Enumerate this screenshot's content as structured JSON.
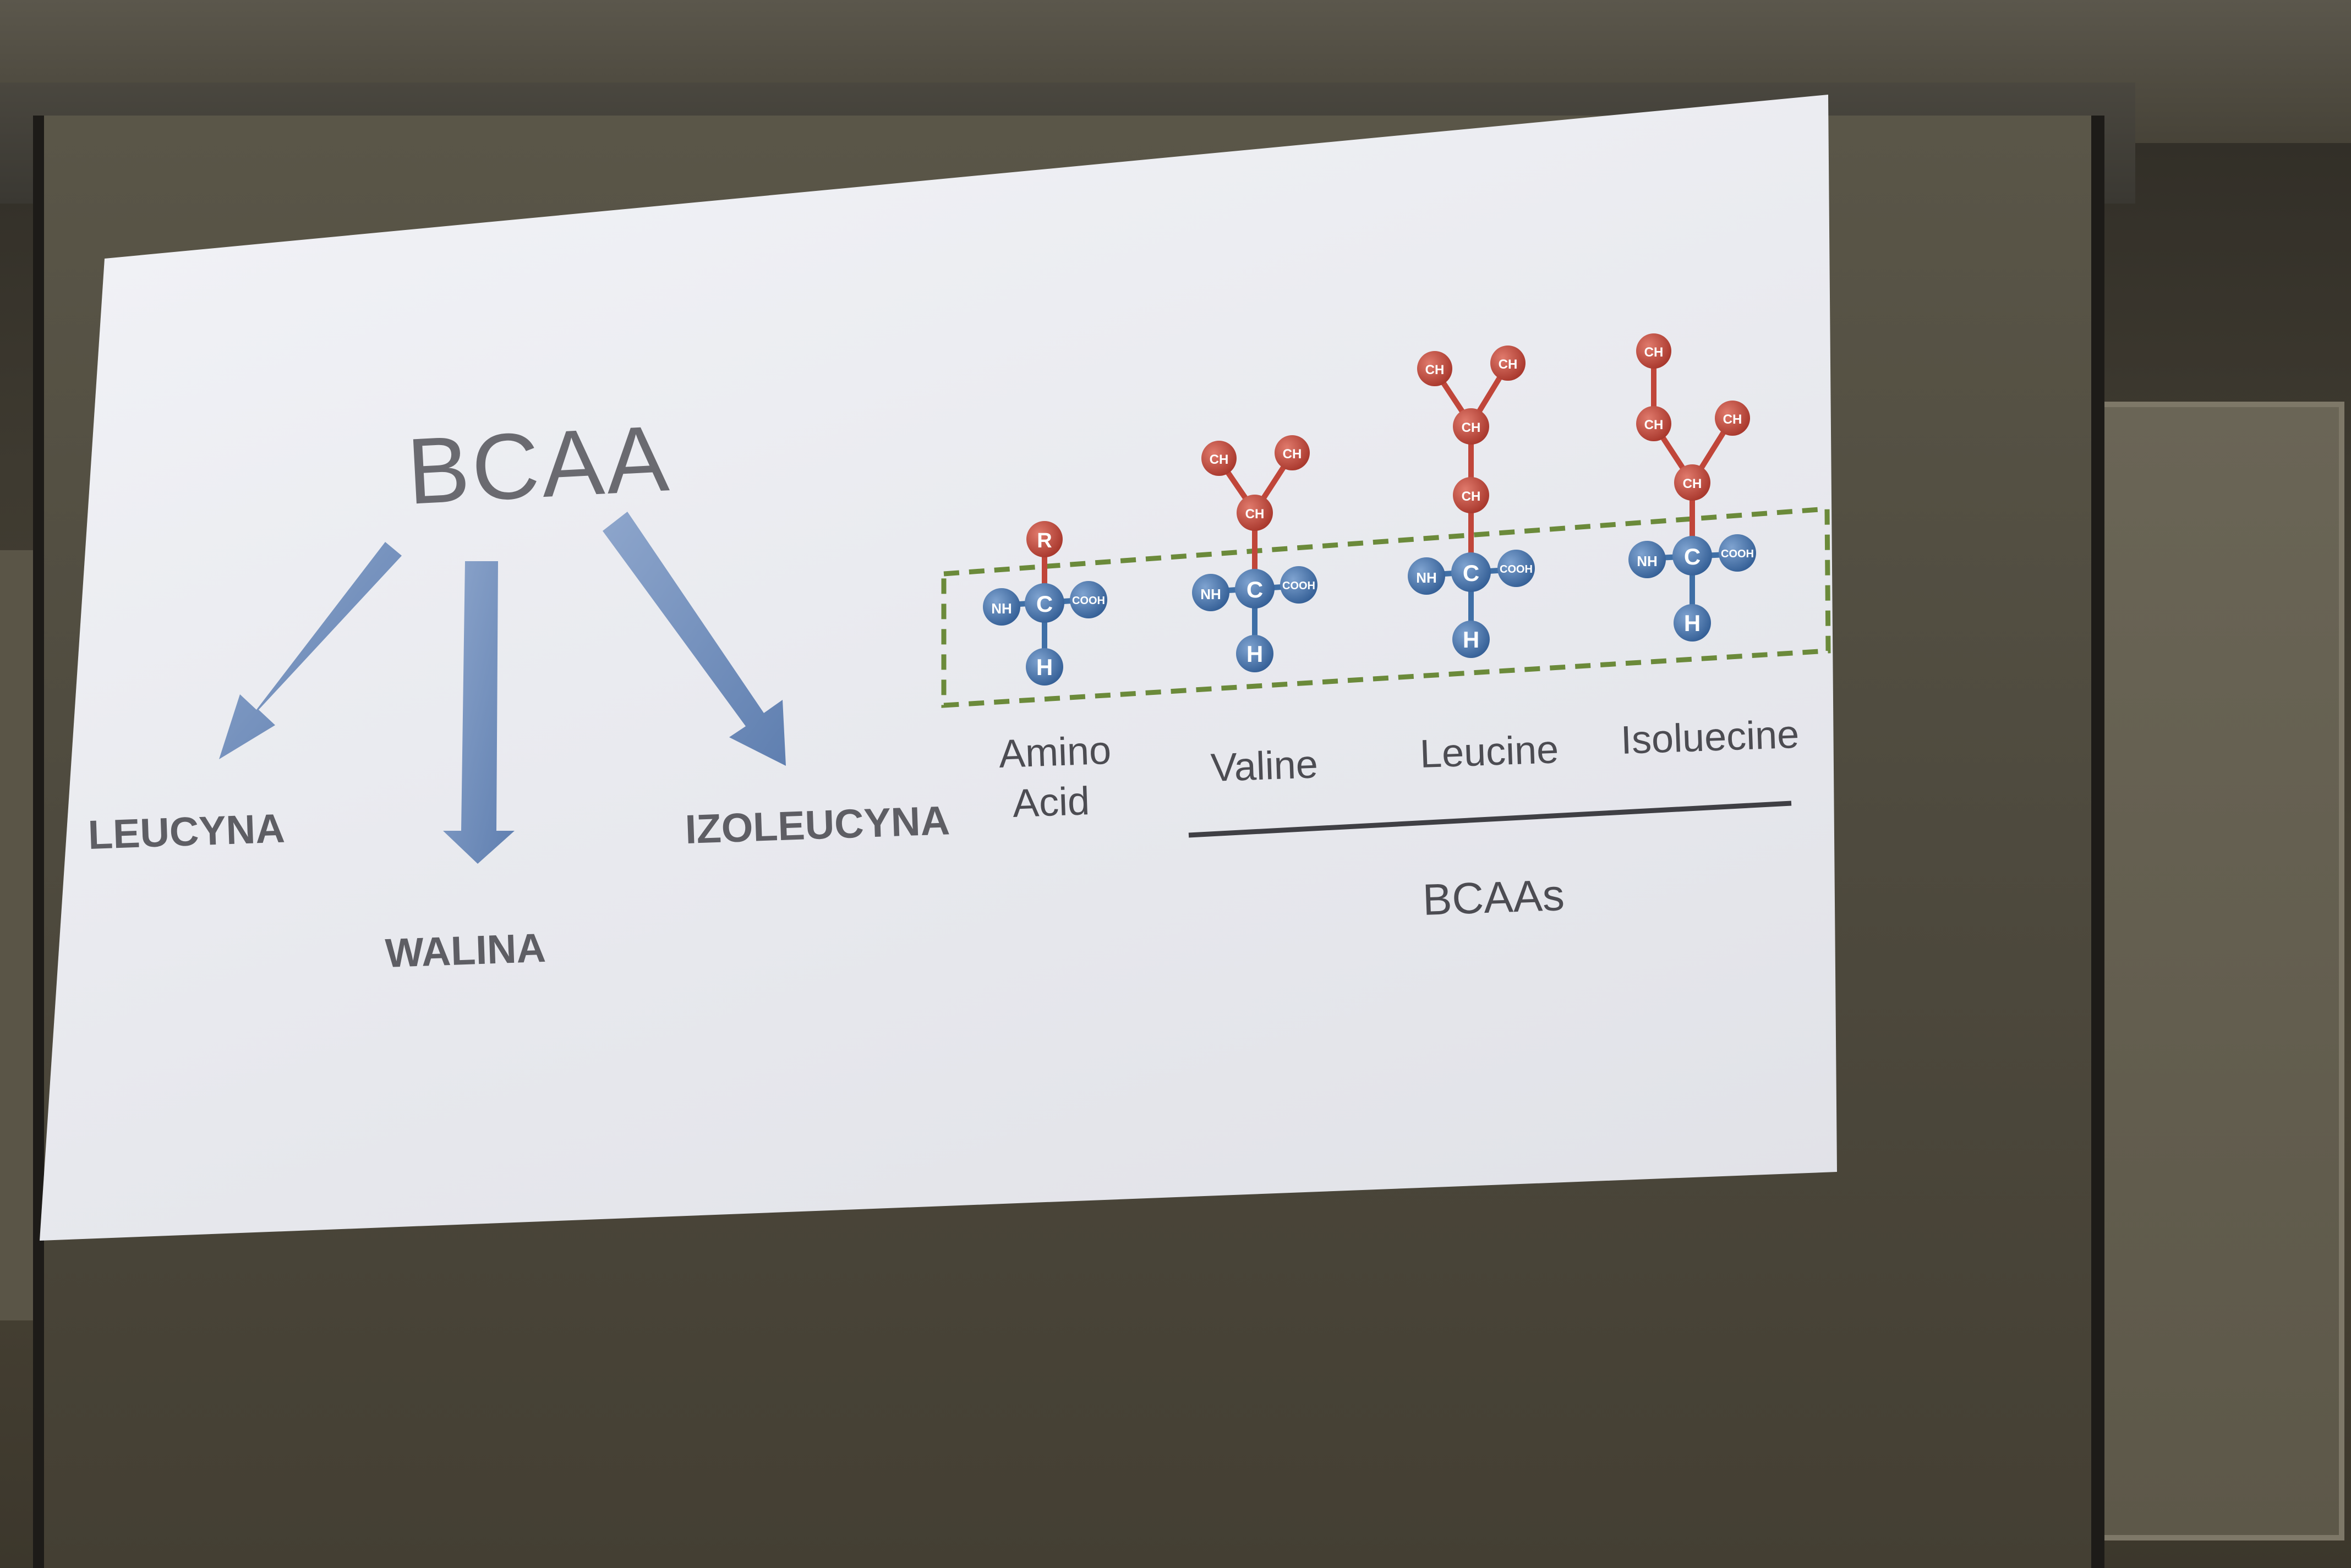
{
  "slide": {
    "title": "BCAA",
    "targets": {
      "left": "LEUCYNA",
      "middle": "WALINA",
      "right": "IZOLEUCYNA"
    },
    "molecules": [
      {
        "caption_line1": "Amino",
        "caption_line2": "Acid",
        "side_chain": [
          "R"
        ]
      },
      {
        "caption_line1": "Valine",
        "side_chain": [
          "CH",
          "CH",
          "CH"
        ]
      },
      {
        "caption_line1": "Leucine",
        "side_chain": [
          "CH",
          "CH",
          "CH",
          "CH"
        ]
      },
      {
        "caption_line1": "Isoluecine",
        "side_chain": [
          "CH",
          "CH",
          "CH",
          "CH"
        ]
      }
    ],
    "backbone_atoms": {
      "amine": "NH",
      "carbon": "C",
      "carboxyl": "COOH",
      "hydrogen": "H"
    },
    "group_label": "BCAAs"
  },
  "colors": {
    "arrow": "#6f8bb8",
    "backbone_atom": "#3f6fa6",
    "side_chain_atom": "#c0463a",
    "dashed_box": "#6b8a3a"
  }
}
